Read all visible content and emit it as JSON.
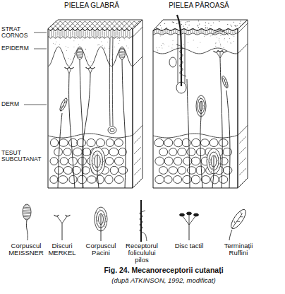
{
  "diagram": {
    "caption": "Fig. 24. Mecanoreceptorii cutanați",
    "labels": [
      "PIELEA GLABRĂ",
      "PIELEA PĂROASĂ",
      "STRAT CORNOS",
      "EPIDERM",
      "DERM",
      "TESUT SUBCUTANAT",
      "Corpuscul MEISSNER",
      "Discuri MERKEL",
      "Corpuscul Pacini",
      "Receptorul foliculului pilos",
      "Disc tactil",
      "Terminații Ruffini",
      "(după ATKINSON, 1992, modificat)"
    ]
  }
}
